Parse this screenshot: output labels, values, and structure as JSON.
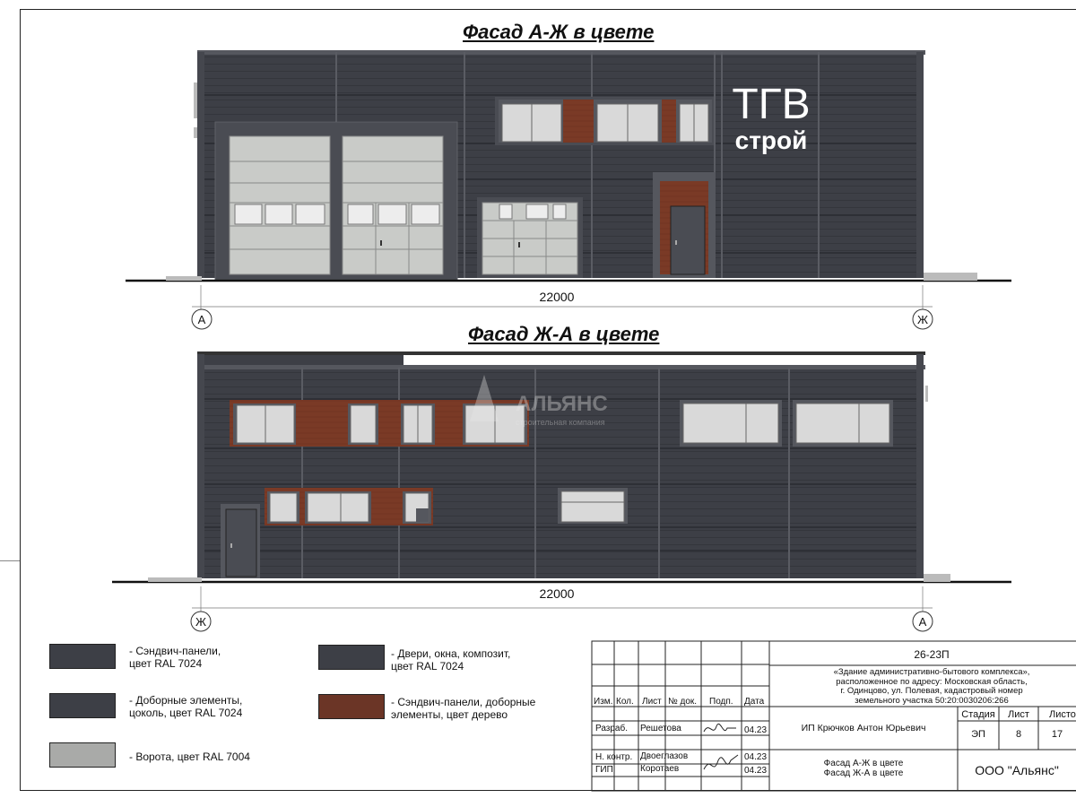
{
  "sheet": {
    "facade1_title": "Фасад А-Ж в цвете",
    "facade2_title": "Фасад Ж-А в цвете",
    "dimension1": "22000",
    "dimension2": "22000",
    "axis1_left": "А",
    "axis1_right": "Ж",
    "axis2_left": "Ж",
    "axis2_right": "А",
    "sign_line1": "ТГВ",
    "sign_line2": "строй",
    "watermark_name": "АЛЬЯНС",
    "watermark_sub": "строительная компания"
  },
  "colors": {
    "cladding": "#3d3f46",
    "trim": "#55575e",
    "gate": "#c9cbc8",
    "wood": "#7a3a26",
    "window": "#d9d9d9"
  },
  "legend": [
    {
      "text": "- Сэндвич-панели,\n  цвет RAL 7024",
      "color": "#3d3f46"
    },
    {
      "text": "- Доборные элементы,\n  цоколь, цвет RAL 7024",
      "color": "#3d3f46"
    },
    {
      "text": "- Ворота, цвет RAL 7004",
      "color": "#a9aaa8"
    },
    {
      "text": "- Двери, окна, композит,\n  цвет RAL 7024",
      "color": "#3d3f46"
    },
    {
      "text": "- Сэндвич-панели, доборные\n  элементы, цвет дерево",
      "color": "#6b3526"
    }
  ],
  "title_block": {
    "project_code": "26-23П",
    "project_desc": "«Здание административно-бытового комплекса»,\nрасположенное по адресу: Московская область,\nг. Одинцово, ул. Полевая, кадастровый номер\nземельного участка 50:20:0030206:266",
    "col_headers": [
      "Изм.",
      "Кол.",
      "Лист",
      "№ док.",
      "Подп.",
      "Дата"
    ],
    "roles": [
      {
        "role": "Разраб.",
        "name": "Решетова",
        "date": "04.23"
      },
      {
        "role": "Н. контр.",
        "name": "Двоеглазов",
        "date": "04.23"
      },
      {
        "role": "ГИП",
        "name": "Коротаев",
        "date": "04.23"
      }
    ],
    "customer": "ИП Крючков Антон Юрьевич",
    "stage_label": "Стадия",
    "sheet_label": "Лист",
    "sheets_label": "Листов",
    "stage": "ЭП",
    "sheet_no": "8",
    "sheets_total": "17",
    "sheet_title": "Фасад А-Ж в цвете\nФасад Ж-А в цвете",
    "company": "ООО \"Альянс\""
  }
}
